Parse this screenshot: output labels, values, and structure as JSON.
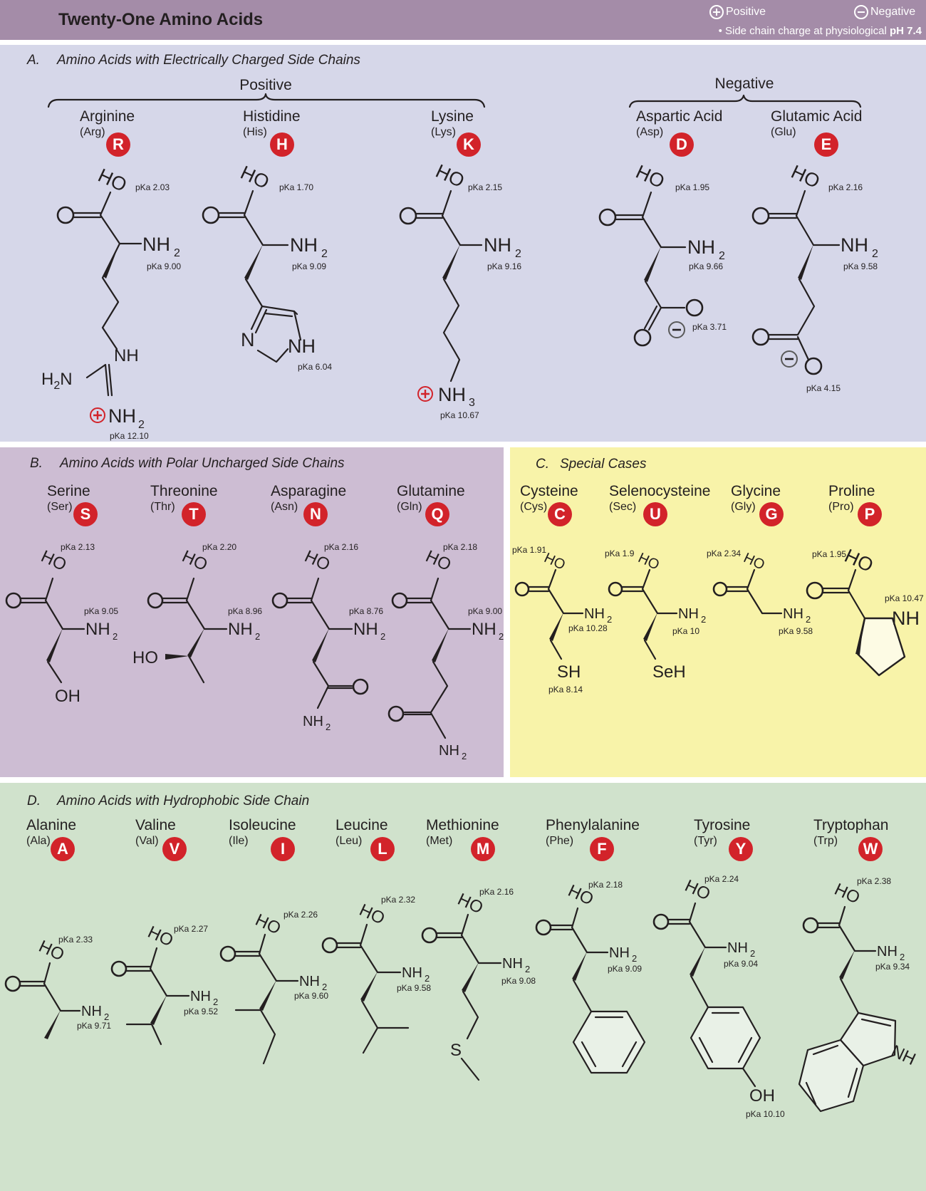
{
  "header": {
    "title": "Twenty-One Amino Acids",
    "legend_positive": "Positive",
    "legend_negative": "Negative",
    "legend_note_prefix": "• Side chain charge at physiological",
    "legend_note_ph": "pH 7.4"
  },
  "colors": {
    "header": "#a48ca8",
    "badge": "#d2232a",
    "sectionA": "#d6d7e9",
    "sectionB": "#cdbdd3",
    "sectionC": "#f8f3a9",
    "sectionD": "#d0e2cc"
  },
  "sections": {
    "a": {
      "letter": "A.",
      "title": "Amino Acids with Electrically Charged Side Chains",
      "positive": "Positive",
      "negative": "Negative"
    },
    "b": {
      "letter": "B.",
      "title": "Amino Acids with Polar Uncharged Side Chains"
    },
    "c": {
      "letter": "C.",
      "title": "Special Cases"
    },
    "d": {
      "letter": "D.",
      "title": "Amino Acids with Hydrophobic Side Chain"
    }
  },
  "amino_acids": {
    "arg": {
      "name": "Arginine",
      "abbr": "(Arg)",
      "code": "R",
      "pka": [
        "pKa 2.03",
        "pKa 9.00",
        "pKa 12.10"
      ]
    },
    "his": {
      "name": "Histidine",
      "abbr": "(His)",
      "code": "H",
      "pka": [
        "pKa 1.70",
        "pKa 9.09",
        "pKa 6.04"
      ]
    },
    "lys": {
      "name": "Lysine",
      "abbr": "(Lys)",
      "code": "K",
      "pka": [
        "pKa 2.15",
        "pKa 9.16",
        "pKa 10.67"
      ]
    },
    "asp": {
      "name": "Aspartic Acid",
      "abbr": "(Asp)",
      "code": "D",
      "pka": [
        "pKa 1.95",
        "pKa 9.66",
        "pKa 3.71"
      ]
    },
    "glu": {
      "name": "Glutamic Acid",
      "abbr": "(Glu)",
      "code": "E",
      "pka": [
        "pKa 2.16",
        "pKa 9.58",
        "pKa 4.15"
      ]
    },
    "ser": {
      "name": "Serine",
      "abbr": "(Ser)",
      "code": "S",
      "pka": [
        "pKa 2.13",
        "pKa 9.05"
      ]
    },
    "thr": {
      "name": "Threonine",
      "abbr": "(Thr)",
      "code": "T",
      "pka": [
        "pKa 2.20",
        "pKa 8.96"
      ]
    },
    "asn": {
      "name": "Asparagine",
      "abbr": "(Asn)",
      "code": "N",
      "pka": [
        "pKa 2.16",
        "pKa 8.76"
      ]
    },
    "gln": {
      "name": "Glutamine",
      "abbr": "(Gln)",
      "code": "Q",
      "pka": [
        "pKa 2.18",
        "pKa 9.00"
      ]
    },
    "cys": {
      "name": "Cysteine",
      "abbr": "(Cys)",
      "code": "C",
      "pka": [
        "pKa 1.91",
        "pKa 10.28",
        "pKa 8.14"
      ]
    },
    "sec": {
      "name": "Selenocysteine",
      "abbr": "(Sec)",
      "code": "U",
      "pka": [
        "pKa 1.9",
        "pKa 10"
      ]
    },
    "gly": {
      "name": "Glycine",
      "abbr": "(Gly)",
      "code": "G",
      "pka": [
        "pKa 2.34",
        "pKa 9.58"
      ]
    },
    "pro": {
      "name": "Proline",
      "abbr": "(Pro)",
      "code": "P",
      "pka": [
        "pKa 1.95",
        "pKa 10.47"
      ]
    },
    "ala": {
      "name": "Alanine",
      "abbr": "(Ala)",
      "code": "A",
      "pka": [
        "pKa 2.33",
        "pKa 9.71"
      ]
    },
    "val": {
      "name": "Valine",
      "abbr": "(Val)",
      "code": "V",
      "pka": [
        "pKa 2.27",
        "pKa 9.52"
      ]
    },
    "ile": {
      "name": "Isoleucine",
      "abbr": "(Ile)",
      "code": "I",
      "pka": [
        "pKa 2.26",
        "pKa 9.60"
      ]
    },
    "leu": {
      "name": "Leucine",
      "abbr": "(Leu)",
      "code": "L",
      "pka": [
        "pKa 2.32",
        "pKa 9.58"
      ]
    },
    "met": {
      "name": "Methionine",
      "abbr": "(Met)",
      "code": "M",
      "pka": [
        "pKa 2.16",
        "pKa 9.08"
      ]
    },
    "phe": {
      "name": "Phenylalanine",
      "abbr": "(Phe)",
      "code": "F",
      "pka": [
        "pKa 2.18",
        "pKa 9.09"
      ]
    },
    "tyr": {
      "name": "Tyrosine",
      "abbr": "(Tyr)",
      "code": "Y",
      "pka": [
        "pKa 2.24",
        "pKa 9.04",
        "pKa 10.10"
      ]
    },
    "trp": {
      "name": "Tryptophan",
      "abbr": "(Trp)",
      "code": "W",
      "pka": [
        "pKa 2.38",
        "pKa 9.34"
      ]
    }
  },
  "atoms": {
    "HO": "HO",
    "O": "O",
    "OH": "OH",
    "N": "N",
    "NH": "NH",
    "S": "S",
    "SH": "SH",
    "SeH": "SeH",
    "NH_main": "NH",
    "H_main": "H",
    "NH3_main": "NH",
    "sub2": "2",
    "sub3": "3"
  }
}
